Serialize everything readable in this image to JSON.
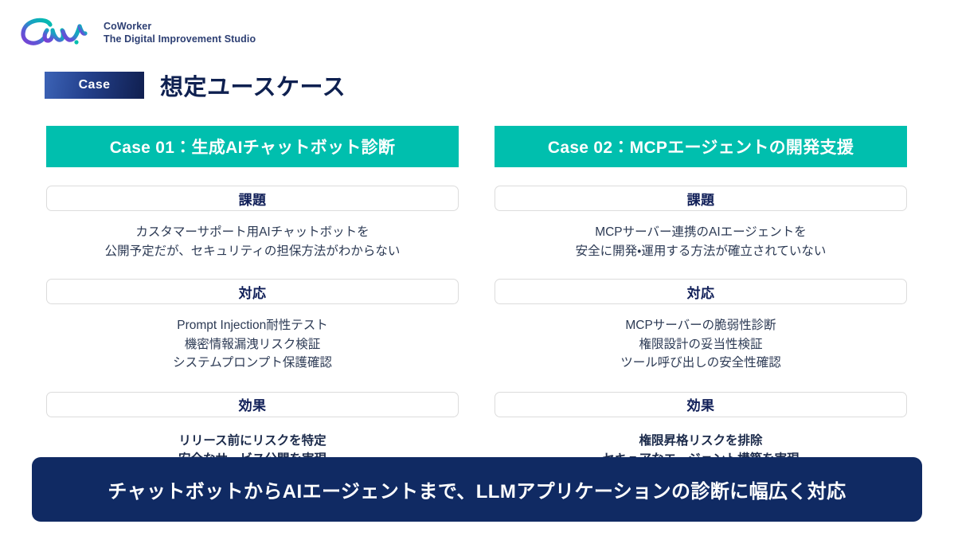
{
  "brand": {
    "logo_icon": "coworker-cow-script-logo",
    "name": "CoWorker",
    "tagline": "The Digital Improvement Studio"
  },
  "header": {
    "badge_label": "Case",
    "title": "想定ユースケース"
  },
  "labels": {
    "issue": "課題",
    "response": "対応",
    "effect": "効果"
  },
  "cards": [
    {
      "header": "Case 01：生成AIチャットボット診断",
      "issue_lines": [
        "カスタマーサポート用AIチャットボットを",
        "公開予定だが、セキュリティの担保方法がわからない"
      ],
      "response_lines": [
        "Prompt Injection耐性テスト",
        "機密情報漏洩リスク検証",
        "システムプロンプト保護確認"
      ],
      "effect_lines": [
        "リリース前にリスクを特定",
        "安全なサービス公開を実現"
      ]
    },
    {
      "header": "Case 02：MCPエージェントの開発支援",
      "issue_lines": [
        "MCPサーバー連携のAIエージェントを",
        "安全に開発・運用する方法が確立されていない"
      ],
      "response_lines": [
        "MCPサーバーの脆弱性診断",
        "権限設計の妥当性検証",
        "ツール呼び出しの安全性確認"
      ],
      "effect_lines": [
        "権限昇格リスクを排除",
        "セキュアなエージェント構築を実現"
      ]
    }
  ],
  "banner": {
    "text": "チャットボットからAIエージェントまで、LLMアプリケーションの診断に幅広く対応"
  },
  "colors": {
    "teal": "#00bfae",
    "navy": "#102a63",
    "badge_blue": "#3c63b6",
    "label_navy": "#101f58",
    "body_text": "#2c3a54",
    "border_gray": "#dcdcdc"
  }
}
